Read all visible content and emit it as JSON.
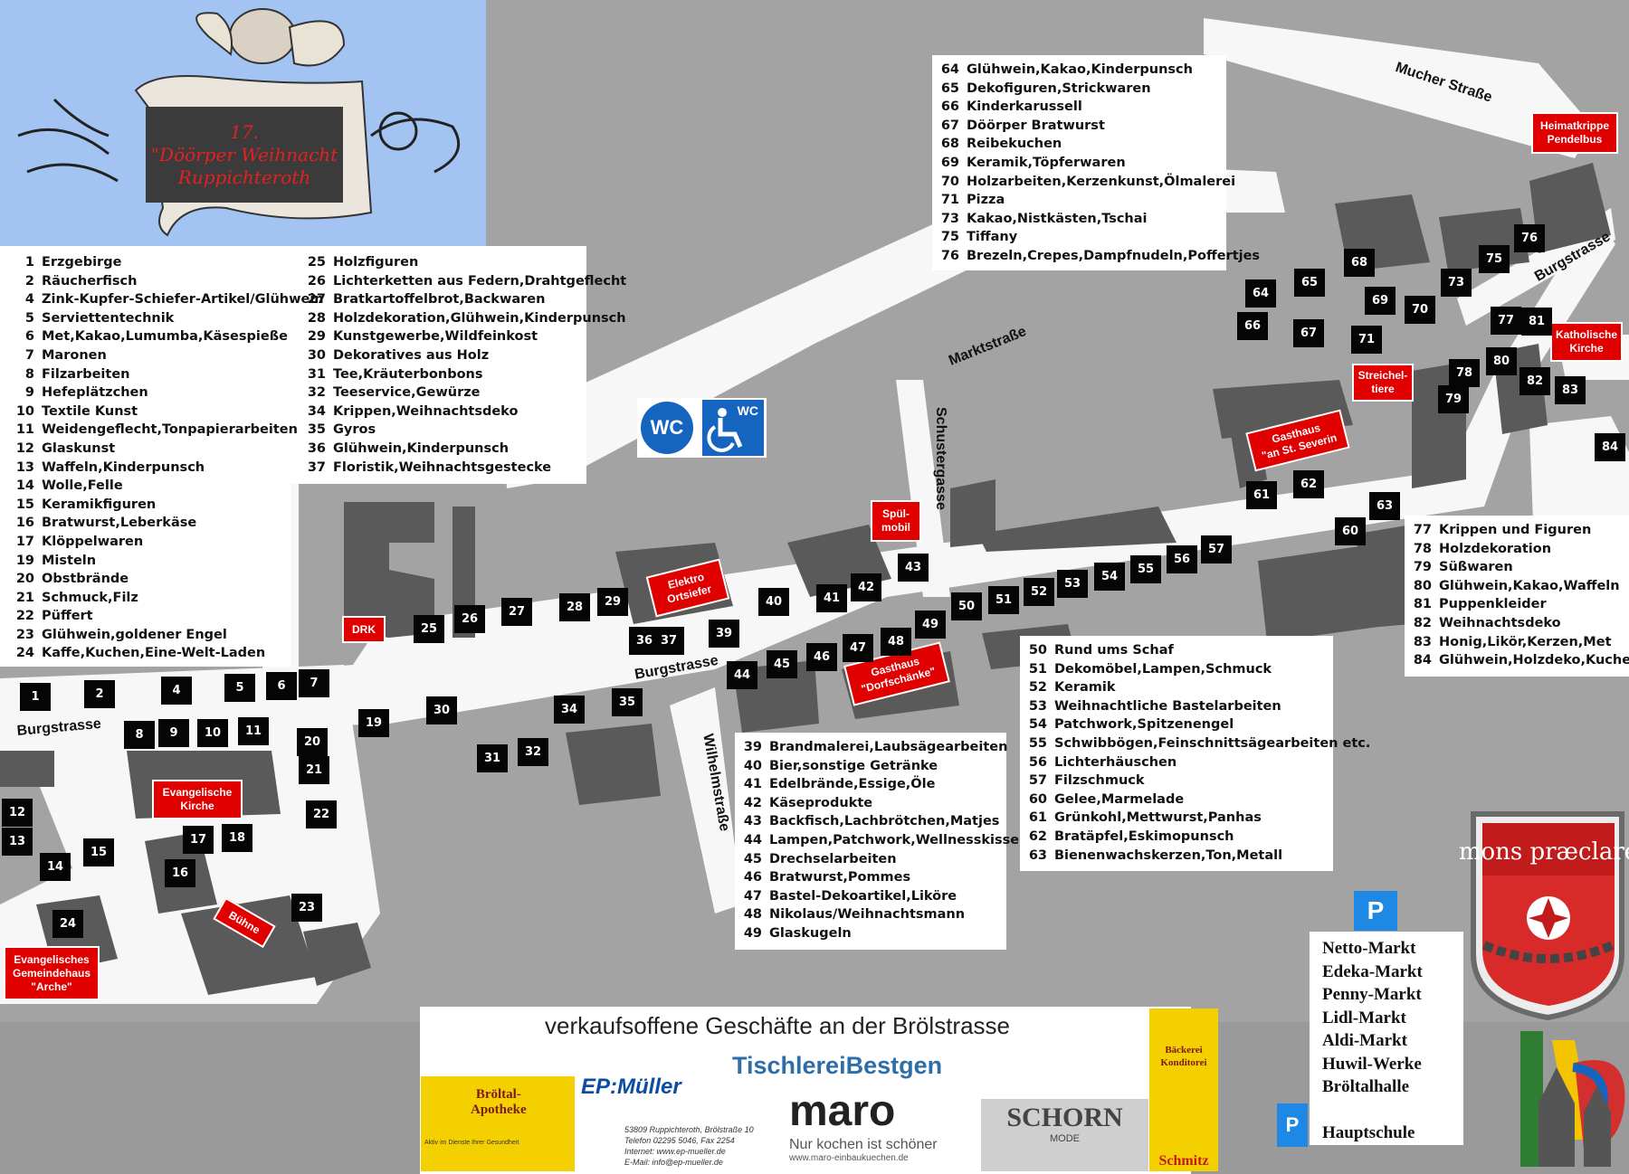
{
  "title": {
    "line1": "17.",
    "line2": "\"Döörper Weihnacht",
    "line3": "Ruppichteroth"
  },
  "streets": {
    "burgstrasse_west": "Burgstrasse",
    "burgstrasse_mid": "Burgstrasse",
    "burgstrasse_east": "Burgstrasse",
    "marktstrasse": "Marktstraße",
    "mucher_strasse": "Mucher Straße",
    "schustergasse": "Schustergasse",
    "wilhelmstrasse": "Wilhelmstraße"
  },
  "places": {
    "heimatkrippe": "Heimatkrippe\nPendelbus",
    "katholische_kirche": "Katholische\nKirche",
    "streicheltiere": "Streichel-\ntiere",
    "gasthaus_severin": "Gasthaus\n\"an St. Severin",
    "spuelmobil": "Spül-\nmobil",
    "elektro": "Elektro\nOrtsiefer",
    "drk": "DRK",
    "gasthaus_dorfschaenke": "Gasthaus\n\"Dorfschänke\"",
    "evangelische_kirche": "Evangelische\nKirche",
    "buehne": "Bühne",
    "gemeindehaus": "Evangelisches\nGemeindehaus\n\"Arche\""
  },
  "wc": {
    "label1": "WC",
    "label2": "WC"
  },
  "stands": [
    "1",
    "2",
    "4",
    "5",
    "6",
    "7",
    "8",
    "9",
    "10",
    "11",
    "12",
    "13",
    "14",
    "15",
    "16",
    "17",
    "18",
    "19",
    "20",
    "21",
    "22",
    "23",
    "24",
    "25",
    "26",
    "27",
    "28",
    "29",
    "30",
    "31",
    "32",
    "34",
    "35",
    "36",
    "37",
    "39",
    "40",
    "41",
    "42",
    "43",
    "44",
    "45",
    "46",
    "47",
    "48",
    "49",
    "50",
    "51",
    "52",
    "53",
    "54",
    "55",
    "56",
    "57",
    "60",
    "61",
    "62",
    "63",
    "64",
    "65",
    "66",
    "67",
    "68",
    "69",
    "70",
    "71",
    "73",
    "75",
    "76",
    "77",
    "78",
    "79",
    "80",
    "81",
    "82",
    "83",
    "84"
  ],
  "legend_a_col1": [
    {
      "n": "1",
      "t": "Erzgebirge"
    },
    {
      "n": "2",
      "t": "Räucherfisch"
    },
    {
      "n": "4",
      "t": "Zink-Kupfer-Schiefer-Artikel/Glühwein"
    },
    {
      "n": "5",
      "t": "Serviettentechnik"
    },
    {
      "n": "6",
      "t": "Met,Kakao,Lumumba,Käsespieße"
    },
    {
      "n": "7",
      "t": "Maronen"
    },
    {
      "n": "8",
      "t": "Filzarbeiten"
    },
    {
      "n": "9",
      "t": "Hefeplätzchen"
    },
    {
      "n": "10",
      "t": "Textile Kunst"
    },
    {
      "n": "11",
      "t": "Weidengeflecht,Tonpapierarbeiten"
    },
    {
      "n": "12",
      "t": "Glaskunst"
    },
    {
      "n": "13",
      "t": "Waffeln,Kinderpunsch"
    },
    {
      "n": "14",
      "t": "Wolle,Felle"
    },
    {
      "n": "15",
      "t": "Keramikfiguren"
    },
    {
      "n": "16",
      "t": "Bratwurst,Leberkäse"
    },
    {
      "n": "17",
      "t": "Klöppelwaren"
    },
    {
      "n": "19",
      "t": "Misteln"
    },
    {
      "n": "20",
      "t": "Obstbrände"
    },
    {
      "n": "21",
      "t": "Schmuck,Filz"
    },
    {
      "n": "22",
      "t": "Püffert"
    },
    {
      "n": "23",
      "t": "Glühwein,goldener Engel"
    },
    {
      "n": "24",
      "t": "Kaffe,Kuchen,Eine-Welt-Laden"
    }
  ],
  "legend_a_col2": [
    {
      "n": "25",
      "t": "Holzfiguren"
    },
    {
      "n": "26",
      "t": "Lichterketten aus Federn,Drahtgeflecht"
    },
    {
      "n": "27",
      "t": "Bratkartoffelbrot,Backwaren"
    },
    {
      "n": "28",
      "t": "Holzdekoration,Glühwein,Kinderpunsch"
    },
    {
      "n": "29",
      "t": "Kunstgewerbe,Wildfeinkost"
    },
    {
      "n": "30",
      "t": "Dekoratives aus Holz"
    },
    {
      "n": "31",
      "t": "Tee,Kräuterbonbons"
    },
    {
      "n": "32",
      "t": "Teeservice,Gewürze"
    },
    {
      "n": "34",
      "t": "Krippen,Weihnachtsdeko"
    },
    {
      "n": "35",
      "t": "Gyros"
    },
    {
      "n": "36",
      "t": "Glühwein,Kinderpunsch"
    },
    {
      "n": "37",
      "t": "Floristik,Weihnachtsgestecke"
    }
  ],
  "legend_b": [
    {
      "n": "64",
      "t": "Glühwein,Kakao,Kinderpunsch"
    },
    {
      "n": "65",
      "t": "Dekofiguren,Strickwaren"
    },
    {
      "n": "66",
      "t": "Kinderkarussell"
    },
    {
      "n": "67",
      "t": "Döörper Bratwurst"
    },
    {
      "n": "68",
      "t": "Reibekuchen"
    },
    {
      "n": "69",
      "t": "Keramik,Töpferwaren"
    },
    {
      "n": "70",
      "t": "Holzarbeiten,Kerzenkunst,Ölmalerei"
    },
    {
      "n": "71",
      "t": "Pizza"
    },
    {
      "n": "73",
      "t": "Kakao,Nistkästen,Tschai"
    },
    {
      "n": "75",
      "t": "Tiffany"
    },
    {
      "n": "76",
      "t": "Brezeln,Crepes,Dampfnudeln,Poffertjes"
    }
  ],
  "legend_c": [
    {
      "n": "77",
      "t": "Krippen und Figuren"
    },
    {
      "n": "78",
      "t": "Holzdekoration"
    },
    {
      "n": "79",
      "t": "Süßwaren"
    },
    {
      "n": "80",
      "t": "Glühwein,Kakao,Waffeln"
    },
    {
      "n": "81",
      "t": "Puppenkleider"
    },
    {
      "n": "82",
      "t": "Weihnachtsdeko"
    },
    {
      "n": "83",
      "t": "Honig,Likör,Kerzen,Met"
    },
    {
      "n": "84",
      "t": "Glühwein,Holzdeko,Kuchen"
    }
  ],
  "legend_d": [
    {
      "n": "39",
      "t": "Brandmalerei,Laubsägearbeiten"
    },
    {
      "n": "40",
      "t": "Bier,sonstige Getränke"
    },
    {
      "n": "41",
      "t": "Edelbrände,Essige,Öle"
    },
    {
      "n": "42",
      "t": "Käseprodukte"
    },
    {
      "n": "43",
      "t": "Backfisch,Lachbrötchen,Matjes"
    },
    {
      "n": "44",
      "t": "Lampen,Patchwork,Wellnesskissen"
    },
    {
      "n": "45",
      "t": "Drechselarbeiten"
    },
    {
      "n": "46",
      "t": "Bratwurst,Pommes"
    },
    {
      "n": "47",
      "t": "Bastel-Dekoartikel,Liköre"
    },
    {
      "n": "48",
      "t": "Nikolaus/Weihnachtsmann"
    },
    {
      "n": "49",
      "t": "Glaskugeln"
    }
  ],
  "legend_e": [
    {
      "n": "50",
      "t": "Rund ums Schaf"
    },
    {
      "n": "51",
      "t": "Dekomöbel,Lampen,Schmuck"
    },
    {
      "n": "52",
      "t": "Keramik"
    },
    {
      "n": "53",
      "t": "Weihnachtliche Bastelarbeiten"
    },
    {
      "n": "54",
      "t": "Patchwork,Spitzenengel"
    },
    {
      "n": "55",
      "t": "Schwibbögen,Feinschnittsägearbeiten etc."
    },
    {
      "n": "56",
      "t": "Lichterhäuschen"
    },
    {
      "n": "57",
      "t": "Filzschmuck"
    },
    {
      "n": "60",
      "t": "Gelee,Marmelade"
    },
    {
      "n": "61",
      "t": "Grünkohl,Mettwurst,Panhas"
    },
    {
      "n": "62",
      "t": "Bratäpfel,Eskimopunsch"
    },
    {
      "n": "63",
      "t": "Bienenwachskerzen,Ton,Metall"
    }
  ],
  "shops_title": "verkaufsoffene Geschäfte an der Brölstrasse",
  "ads": {
    "apotheke": "Bröltal-\nApotheke",
    "apotheke_sub": "Aktiv im Dienste Ihrer Gesundheit",
    "ep": "EP:Müller",
    "ep_addr1": "53809 Ruppichteroth, Brölstraße 10",
    "ep_addr2": "Telefon 02295 5046, Fax 2254",
    "ep_addr3": "Internet: www.ep-mueller.de",
    "ep_addr4": "E-Mail: info@ep-mueller.de",
    "tischlerei": "TischlereiBestgen",
    "maro": "maro",
    "maro_sub": "Nur kochen ist schöner",
    "maro_url": "www.maro-einbaukuechen.de",
    "schorn": "SCHORN",
    "schorn_sub": "MODE",
    "baeckerei1": "Bäckerei",
    "baeckerei2": "Konditorei",
    "baeckerei3": "Schmitz"
  },
  "parking": {
    "symbol": "P",
    "disabled_symbol": "P"
  },
  "parking_list": [
    "Netto-Markt",
    "Edeka-Markt",
    "Penny-Markt",
    "Lidl-Markt",
    "Aldi-Markt",
    "Huwil-Werke",
    "Bröltalhalle",
    "",
    "Hauptschule"
  ],
  "coat_of_arms": {
    "motto": "mons præclare"
  },
  "colors": {
    "stand": "#050505",
    "label_red": "#e10000",
    "header_blue": "#a3c4f2",
    "street": "#ffffff",
    "block": "#5a5a5a"
  }
}
